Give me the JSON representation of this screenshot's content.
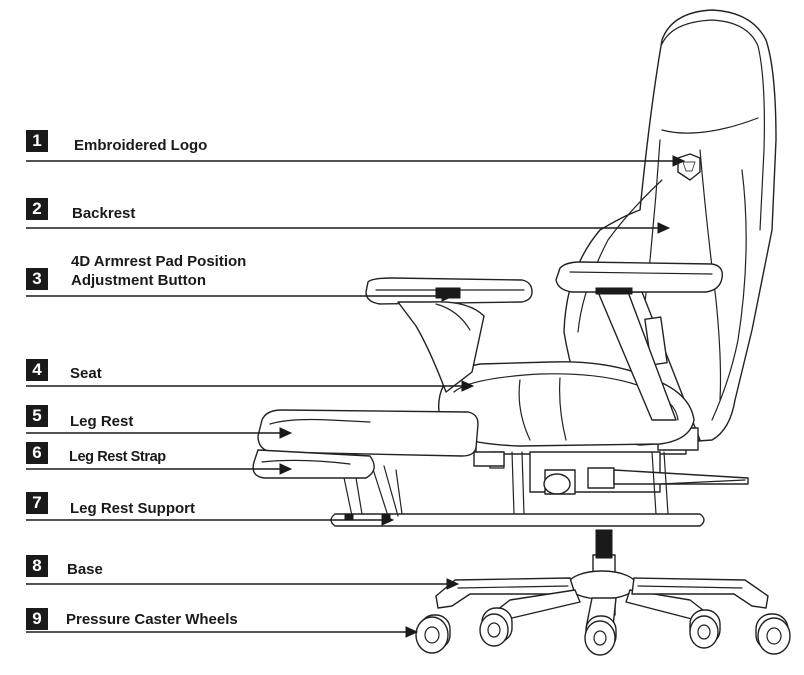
{
  "parts": [
    {
      "number": "1",
      "label": "Embroidered Logo"
    },
    {
      "number": "2",
      "label": "Backrest"
    },
    {
      "number": "3",
      "label": "4D Armrest Pad Position\nAdjustment Button"
    },
    {
      "number": "4",
      "label": "Seat"
    },
    {
      "number": "5",
      "label": "Leg Rest"
    },
    {
      "number": "6",
      "label": "Leg Rest Strap"
    },
    {
      "number": "7",
      "label": "Leg Rest Support"
    },
    {
      "number": "8",
      "label": "Base"
    },
    {
      "number": "9",
      "label": "Pressure Caster Wheels"
    }
  ],
  "colors": {
    "ink": "#1a1a1a",
    "background": "#ffffff"
  }
}
